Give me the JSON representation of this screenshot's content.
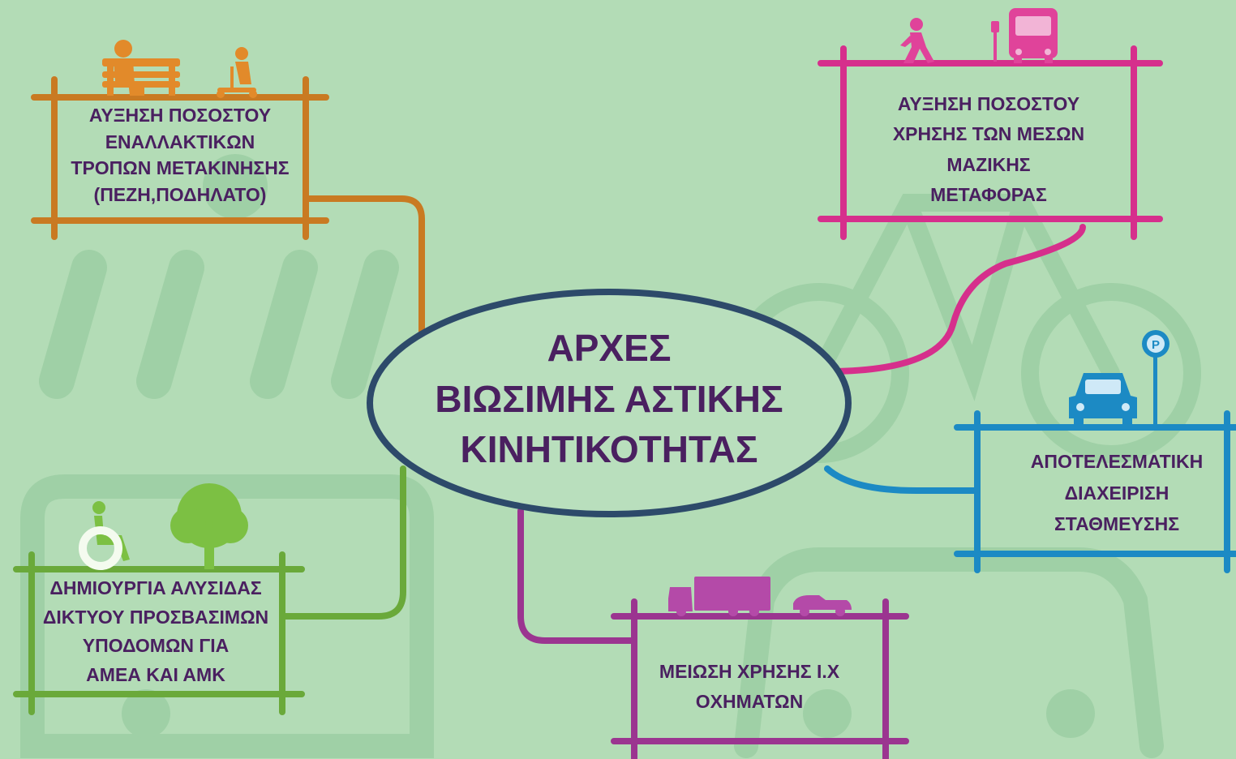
{
  "center": {
    "lines": [
      "ΑΡΧΕΣ",
      "ΒΙΩΣΙΜΗΣ ΑΣΤΙΚΗΣ",
      "ΚΙΝΗΤΙΚΟΤΗΤΑΣ"
    ]
  },
  "nodes": {
    "walk_bike": {
      "lines": [
        "ΑΥΞΗΣΗ ΠΟΣΟΣΤΟΥ",
        "ΕΝΑΛΛΑΚΤΙΚΩΝ",
        "ΤΡΟΠΩΝ ΜΕΤΑΚΙΝΗΣΗΣ",
        "(ΠΕΖΗ,ΠΟΔΗΛΑΤΟ)"
      ],
      "color": "#c97a22",
      "icons": [
        "bench-icon",
        "scooter-person-icon"
      ]
    },
    "public_transport": {
      "lines": [
        "ΑΥΞΗΣΗ ΠΟΣΟΣΤΟΥ",
        "ΧΡΗΣΗΣ ΤΩΝ ΜΕΣΩΝ",
        "ΜΑΖΙΚΗΣ",
        "ΜΕΤΑΦΟΡΑΣ"
      ],
      "color": "#d62f8c",
      "icons": [
        "pedestrian-icon",
        "bus-stop-icon",
        "bus-icon"
      ]
    },
    "parking": {
      "lines": [
        "ΑΠΟΤΕΛΕΣΜΑΤΙΚΗ",
        "ΔΙΑΧΕΙΡΙΣΗ",
        "ΣΤΑΘΜΕΥΣΗΣ"
      ],
      "color": "#1c8ac4",
      "icons": [
        "car-icon",
        "parking-sign-icon"
      ],
      "parking_sign_text": "P"
    },
    "reduce_cars": {
      "lines": [
        "ΜΕΙΩΣΗ ΧΡΗΣΗΣ Ι.Χ",
        "ΟΧΗΜΑΤΩΝ"
      ],
      "color": "#9b3590",
      "icons": [
        "truck-icon",
        "convertible-car-icon"
      ]
    },
    "accessibility": {
      "lines": [
        "ΔΗΜΙΟΥΡΓΙΑ ΑΛΥΣΙΔΑΣ",
        "ΔΙΚΤΥΟΥ ΠΡΟΣΒΑΣΙΜΩΝ",
        "ΥΠΟΔΟΜΩΝ ΓΙΑ",
        "ΑΜΕΑ ΚΑΙ ΑΜΚ"
      ],
      "color": "#6aa93a",
      "icons": [
        "wheelchair-icon",
        "tree-icon"
      ]
    }
  },
  "colors": {
    "background": "#b3dcb6",
    "ellipse_stroke": "#2d4a6a",
    "ellipse_fill": "#b9dfbd",
    "center_text": "#4a2060",
    "node_text": "#4a2060",
    "watermark": "#9fd0a6"
  }
}
